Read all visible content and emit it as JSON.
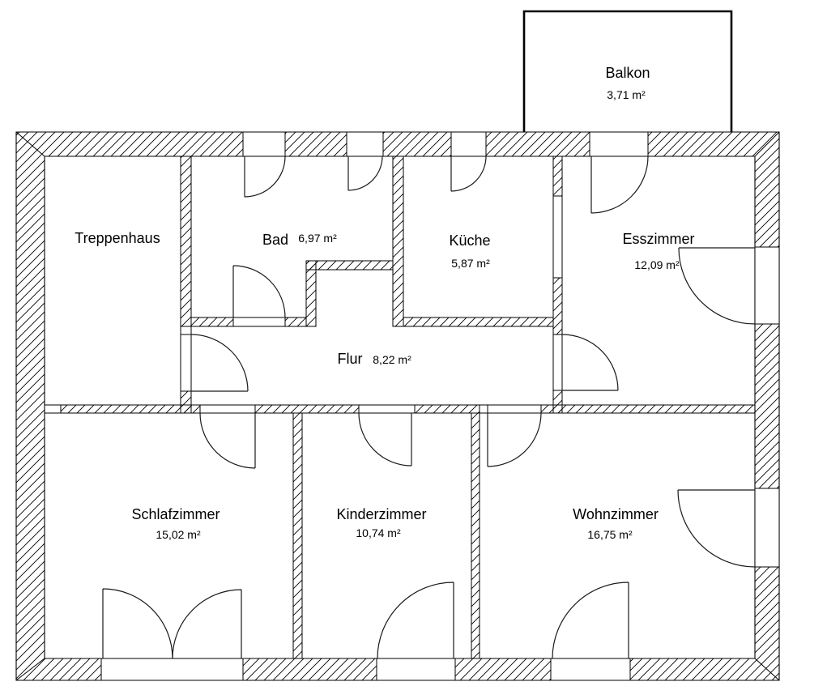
{
  "document": {
    "kind": "floor-plan"
  },
  "colors": {
    "line": "#000000",
    "background": "#ffffff"
  },
  "rooms": [
    {
      "id": "balkon",
      "name": "Balkon",
      "area": "3,71 m²"
    },
    {
      "id": "treppenhaus",
      "name": "Treppenhaus"
    },
    {
      "id": "bad",
      "name": "Bad",
      "area": "6,97 m²"
    },
    {
      "id": "kueche",
      "name": "Küche",
      "area": "5,87 m²"
    },
    {
      "id": "esszimmer",
      "name": "Esszimmer",
      "area": "12,09 m²"
    },
    {
      "id": "flur",
      "name": "Flur",
      "area": "8,22 m²"
    },
    {
      "id": "schlafzimmer",
      "name": "Schlafzimmer",
      "area": "15,02 m²"
    },
    {
      "id": "kinderzimmer",
      "name": "Kinderzimmer",
      "area": "10,74 m²"
    },
    {
      "id": "wohnzimmer",
      "name": "Wohnzimmer",
      "area": "16,75 m²"
    }
  ]
}
